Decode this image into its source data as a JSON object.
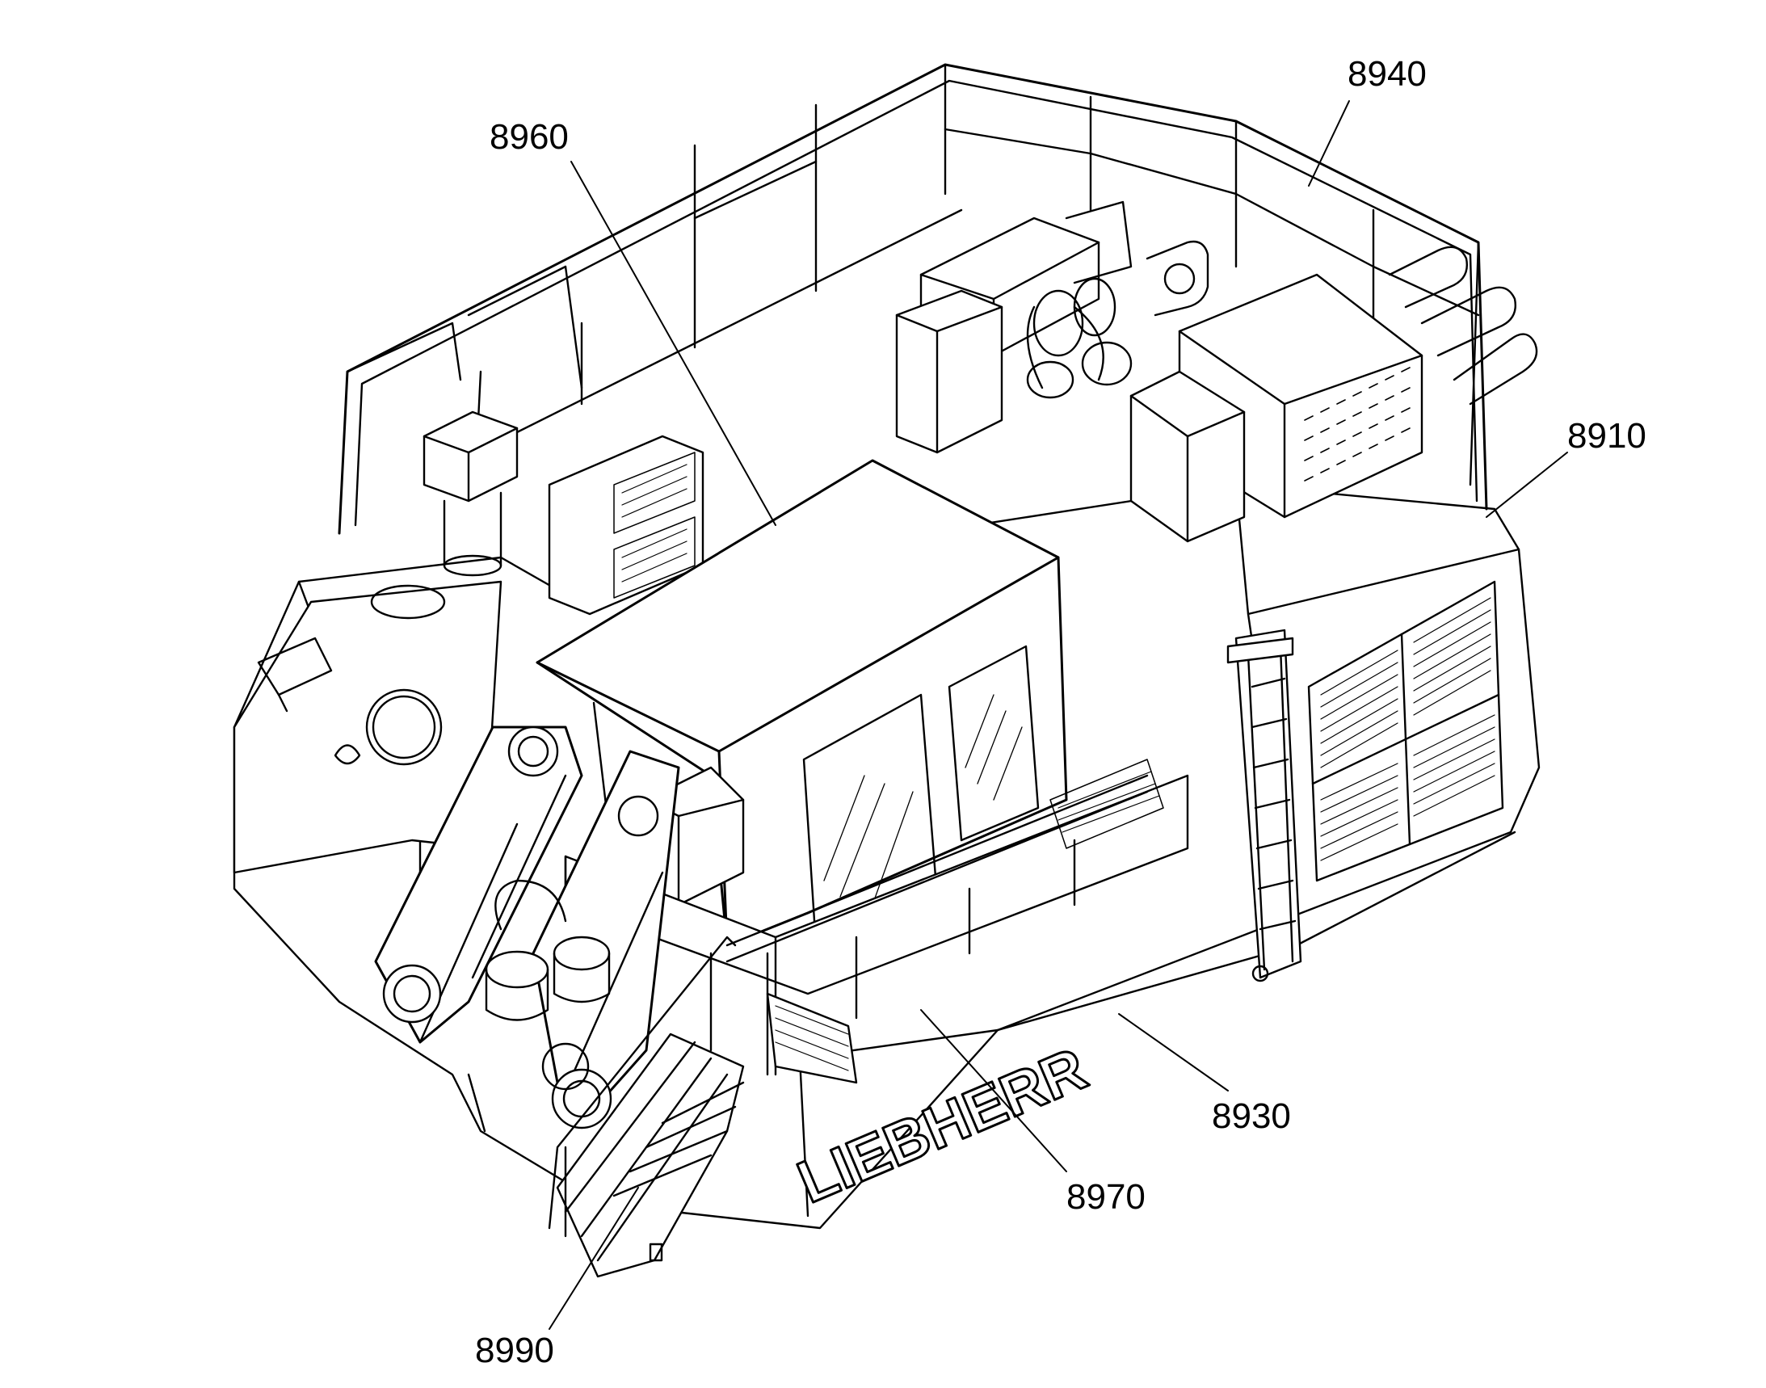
{
  "diagram": {
    "brand_text": "LIEBHERR",
    "line_color": "#000000",
    "background": "#ffffff",
    "callouts": [
      {
        "id": "8960",
        "label": "8960"
      },
      {
        "id": "8940",
        "label": "8940"
      },
      {
        "id": "8910",
        "label": "8910"
      },
      {
        "id": "8930",
        "label": "8930"
      },
      {
        "id": "8970",
        "label": "8970"
      },
      {
        "id": "8990",
        "label": "8990"
      }
    ]
  }
}
